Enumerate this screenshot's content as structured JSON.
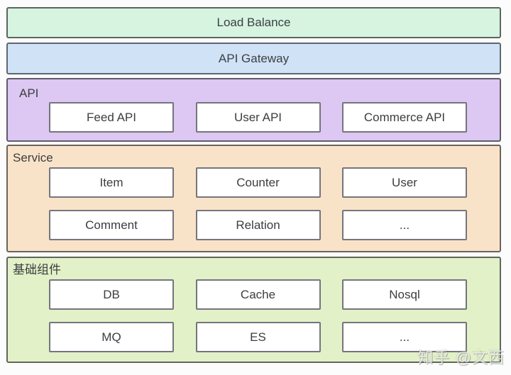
{
  "diagram": {
    "bands": [
      {
        "id": "load-balance",
        "label": "Load Balance",
        "bg": "#d6f4e0"
      },
      {
        "id": "api-gateway",
        "label": "API Gateway",
        "bg": "#d0e2f6"
      }
    ],
    "sections": [
      {
        "id": "api",
        "label": "API",
        "bg": "#dcc8f2",
        "rows": [
          [
            "Feed API",
            "User API",
            "Commerce API"
          ]
        ]
      },
      {
        "id": "service",
        "label": "Service",
        "bg": "#f9e3c8",
        "rows": [
          [
            "Item",
            "Counter",
            "User"
          ],
          [
            "Comment",
            "Relation",
            "..."
          ]
        ]
      },
      {
        "id": "base-components",
        "label": "基础组件",
        "bg": "#e2f1c8",
        "rows": [
          [
            "DB",
            "Cache",
            "Nosql"
          ],
          [
            "MQ",
            "ES",
            "..."
          ]
        ]
      }
    ],
    "node_colors": {
      "fill": "#ffffff",
      "border": "#75757d",
      "text": "#3d3d40"
    }
  },
  "watermark": {
    "text": "知乎 @文西"
  }
}
